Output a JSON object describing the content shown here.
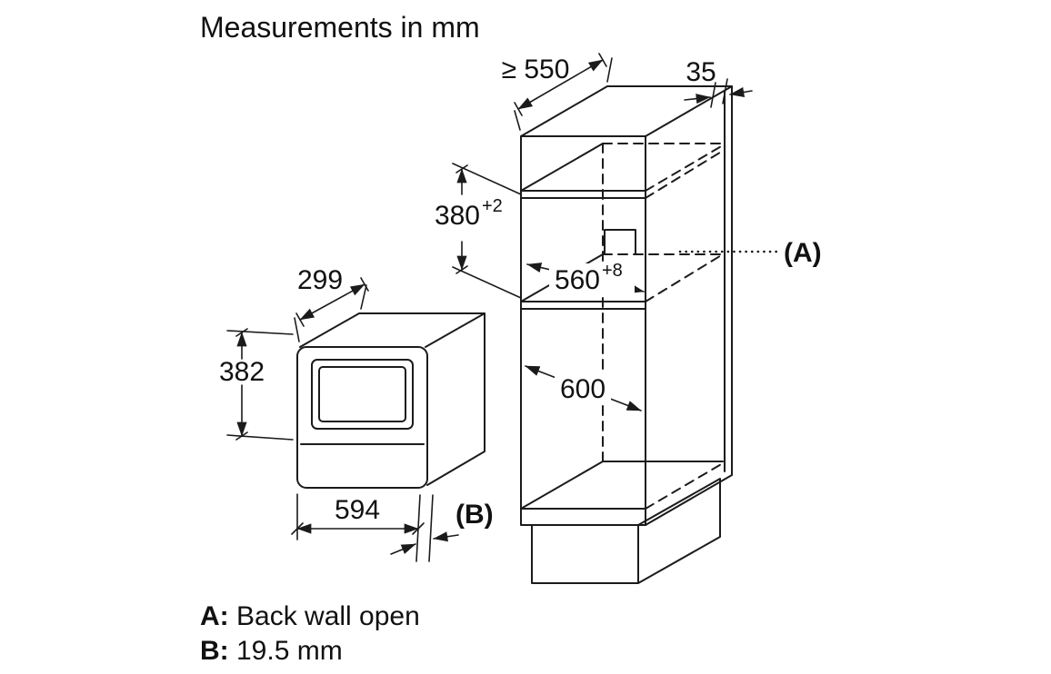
{
  "title": "Measurements in mm",
  "dims": {
    "top_depth": "≥ 550",
    "top_gap": "35",
    "niche_height": "380",
    "niche_height_tol": "+2",
    "niche_width": "560",
    "niche_width_tol": "+8",
    "cabinet_width": "600",
    "oven_depth": "299",
    "oven_height": "382",
    "oven_width": "594",
    "callout_a": "(A)",
    "callout_b": "(B)"
  },
  "legend": {
    "a_key": "A:",
    "a_text": "Back wall open",
    "b_key": "B:",
    "b_text": "19.5 mm"
  }
}
